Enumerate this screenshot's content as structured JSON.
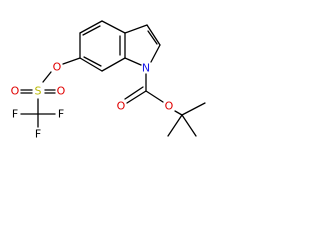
{
  "molecule": {
    "atom_colors": {
      "C": "#000000",
      "O": "#e00000",
      "N": "#1a1ae6",
      "S": "#b8b800",
      "F": "#000000"
    },
    "atoms": {
      "n1": "N",
      "o_carbonyl": "O",
      "o_ester": "O",
      "o_aryl": "O",
      "s1": "S",
      "o_s_left": "O",
      "o_s_right": "O",
      "f_left": "F",
      "f_mid": "F",
      "f_right": "F"
    }
  }
}
